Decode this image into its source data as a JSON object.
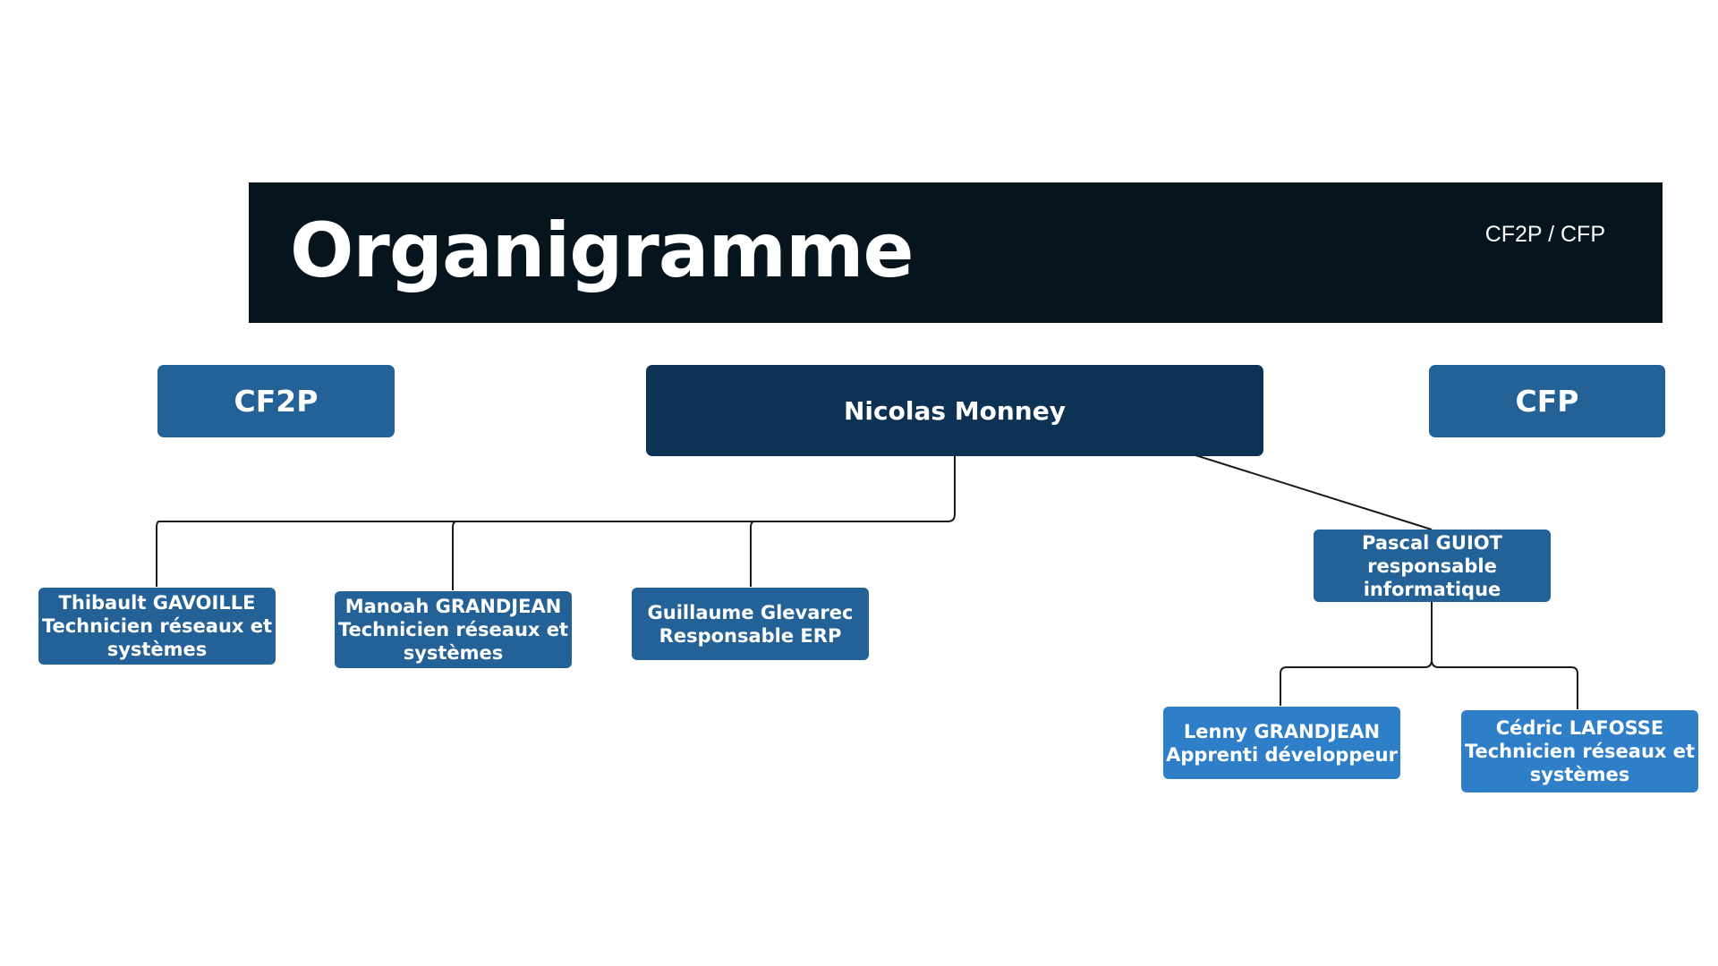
{
  "header": {
    "title": "Organigramme",
    "subtitle": "CF2P / CFP"
  },
  "sections": {
    "left": "CF2P",
    "right": "CFP"
  },
  "head": {
    "name": "Nicolas Monney"
  },
  "cf2p_staff": [
    {
      "name": "Thibault GAVOILLE",
      "role_line1": "Technicien réseaux et",
      "role_line2": "systèmes"
    },
    {
      "name": "Manoah GRANDJEAN",
      "role_line1": "Technicien réseaux et",
      "role_line2": "systèmes"
    },
    {
      "name": "Guillaume Glevarec",
      "role_line1": "Responsable ERP"
    }
  ],
  "cfp_manager": {
    "name": "Pascal GUIOT",
    "role_line1": "responsable",
    "role_line2": "informatique"
  },
  "cfp_staff": [
    {
      "name": "Lenny GRANDJEAN",
      "role_line1": "Apprenti développeur"
    },
    {
      "name": "Cédric LAFOSSE",
      "role_line1": "Technicien réseaux et",
      "role_line2": "systèmes"
    }
  ],
  "colors": {
    "title_bar": "#06141e",
    "head_box": "#0e3254",
    "mid_box": "#236196",
    "light_box": "#2f7fc8",
    "connector": "#1a1a1a"
  }
}
